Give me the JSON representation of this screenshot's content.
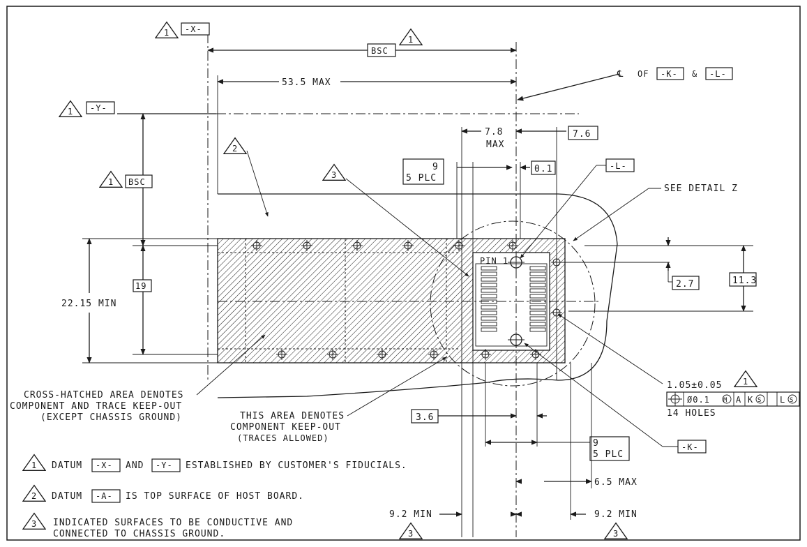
{
  "datums": {
    "x": "-X-",
    "y": "-Y-",
    "k": "-K-",
    "l": "-L-",
    "a": "-A-"
  },
  "flags": {
    "f1": "1",
    "f2": "2",
    "f3": "3"
  },
  "dims": {
    "bsc": "BSC",
    "max_53": "53.5 MAX",
    "dim_78": "7.8",
    "max": "MAX",
    "dim_76": "7.6",
    "dim_9": "9",
    "plc5": "5 PLC",
    "dim_01": "0.1",
    "dim_19": "19",
    "min_2215": "22.15 MIN",
    "dim_27": "2.7",
    "dim_113": "11.3",
    "dim_36": "3.6",
    "max_65": "6.5 MAX",
    "min_92_left": "9.2 MIN",
    "min_92_right": "9.2 MIN"
  },
  "notes": {
    "cl_prefix": "OF",
    "cl_and": "&",
    "see_detail": "SEE DETAIL  Z",
    "pin1": "PIN 1",
    "hole_spec": "1.05±0.05",
    "holes": "14 HOLES",
    "fcf_dia": "Ø0.1",
    "fcf_a": "A",
    "fcf_k": "K",
    "fcf_l": "L",
    "crosshatch_1": "CROSS-HATCHED AREA DENOTES",
    "crosshatch_2": "COMPONENT AND TRACE KEEP-OUT",
    "crosshatch_3": "(EXCEPT CHASSIS GROUND)",
    "keepout_1": "THIS AREA DENOTES",
    "keepout_2": "COMPONENT KEEP-OUT",
    "keepout_3": "(TRACES ALLOWED)"
  },
  "legend": {
    "n1_a": "DATUM",
    "n1_b": "AND",
    "n1_c": "ESTABLISHED BY CUSTOMER'S FIDUCIALS.",
    "n2_a": "DATUM",
    "n2_b": "IS TOP SURFACE OF HOST BOARD.",
    "n3_a": "INDICATED SURFACES TO BE CONDUCTIVE AND",
    "n3_b": "CONNECTED TO CHASSIS GROUND."
  }
}
